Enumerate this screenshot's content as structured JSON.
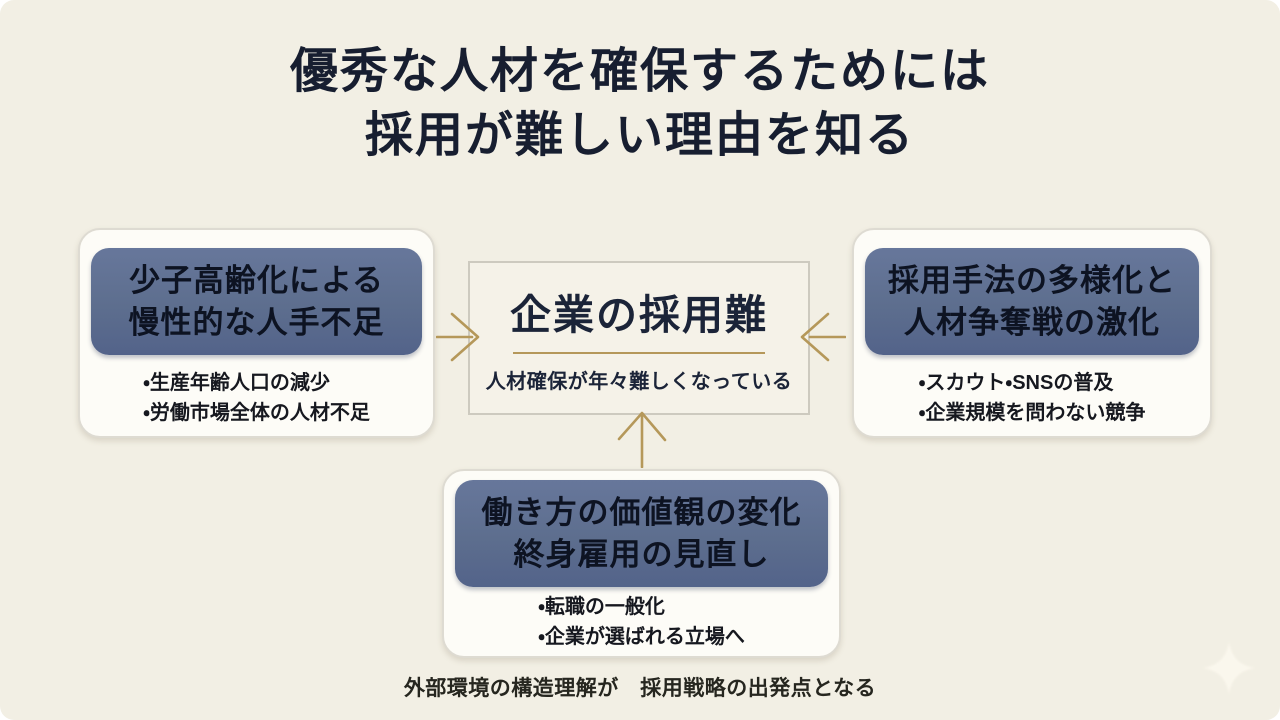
{
  "page": {
    "title_line1": "優秀な人材を確保するためには",
    "title_line2": "採用が難しい理由を知る",
    "footer": "外部環境の構造理解が　採用戦略の出発点となる"
  },
  "center_box": {
    "title": "企業の採用難",
    "subtitle": "人材確保が年々難しくなっている"
  },
  "cards": {
    "left": {
      "heading_line1": "少子高齢化による",
      "heading_line2": "慢性的な人手不足",
      "bullets": [
        "・生産年齢人口の減少",
        "・労働市場全体の人材不足"
      ]
    },
    "right": {
      "heading_line1": "採用手法の多様化と",
      "heading_line2": "人材争奪戦の激化",
      "bullets": [
        "・スカウト・SNSの普及",
        "・企業規模を問わない競争"
      ]
    },
    "bottom": {
      "heading_line1": "働き方の価値観の変化",
      "heading_line2": "終身雇用の見直し",
      "bullets": [
        "・転職の一般化",
        "・企業が選ばれる立場へ"
      ]
    }
  },
  "icons": {
    "arrow_left_to_center": "arrow-right-icon",
    "arrow_right_to_center": "arrow-left-icon",
    "arrow_bottom_to_center": "arrow-up-icon",
    "sparkle": "sparkle-icon"
  },
  "colors": {
    "background": "#F2EFE4",
    "card_background": "#FDFCF7",
    "card_border": "#DEDBD2",
    "heading_background": "#5D6E8E",
    "accent_gold": "#B5985A",
    "text_dark_navy": "#171E30"
  }
}
